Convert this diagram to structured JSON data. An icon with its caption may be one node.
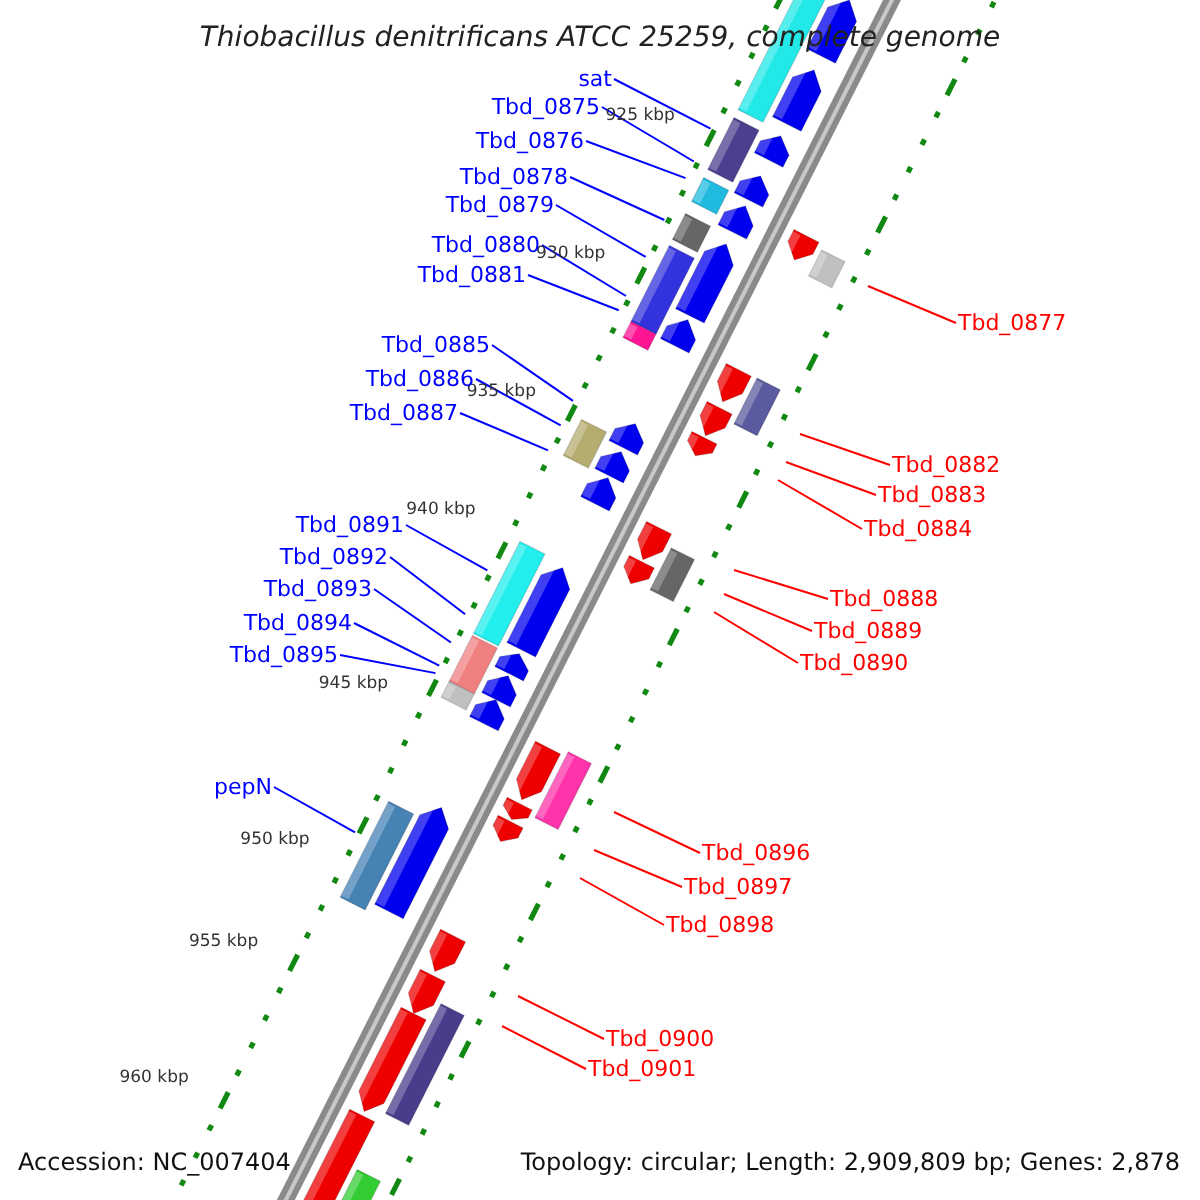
{
  "diagram": {
    "title": "Thiobacillus denitrificans ATCC 25259, complete genome",
    "nodes": [
      {
        "text": [
          "sat"
        ]
      },
      {
        "text": [
          "Tbd_0875"
        ]
      },
      {
        "text": [
          "Tbd_0876"
        ]
      },
      {
        "text": [
          "Tbd_0878"
        ]
      },
      {
        "text": [
          "Tbd_0879"
        ]
      },
      {
        "text": [
          "Tbd_0880"
        ]
      },
      {
        "text": [
          "Tbd_0881"
        ]
      },
      {
        "text": [
          "Tbd_0877"
        ]
      },
      {
        "text": [
          "Tbd_0885"
        ]
      },
      {
        "text": [
          "Tbd_0886"
        ]
      },
      {
        "text": [
          "Tbd_0887"
        ]
      },
      {
        "text": [
          "Tbd_0882"
        ]
      },
      {
        "text": [
          "Tbd_0883"
        ]
      },
      {
        "text": [
          "Tbd_0884"
        ]
      },
      {
        "text": [
          "Tbd_0891"
        ]
      },
      {
        "text": [
          "Tbd_0892"
        ]
      },
      {
        "text": [
          "Tbd_0893"
        ]
      },
      {
        "text": [
          "Tbd_0888"
        ]
      },
      {
        "text": [
          "Tbd_0894"
        ]
      },
      {
        "text": [
          "Tbd_0889"
        ]
      },
      {
        "text": [
          "Tbd_0895"
        ]
      },
      {
        "text": [
          "Tbd_0890"
        ]
      },
      {
        "text": [
          "pepN"
        ]
      },
      {
        "text": [
          "Tbd_0896"
        ]
      },
      {
        "text": [
          "Tbd_0897"
        ]
      },
      {
        "text": [
          "Tbd_0898"
        ]
      },
      {
        "text": [
          "Tbd_0900"
        ]
      },
      {
        "text": [
          "Tbd_0901"
        ]
      }
    ],
    "edges": [
      {
        "from": 0,
        "to": null,
        "arrow": "none"
      },
      {
        "from": 1,
        "to": null,
        "arrow": "none"
      },
      {
        "from": 2,
        "to": null,
        "arrow": "none"
      },
      {
        "from": 3,
        "to": null,
        "arrow": "none"
      },
      {
        "from": 4,
        "to": null,
        "arrow": "none"
      },
      {
        "from": 5,
        "to": null,
        "arrow": "none"
      },
      {
        "from": 6,
        "to": null,
        "arrow": "none"
      },
      {
        "from": 7,
        "to": null,
        "arrow": "none",
        "color": "#ff0000"
      },
      {
        "from": 8,
        "to": null,
        "arrow": "none"
      },
      {
        "from": 9,
        "to": null,
        "arrow": "none"
      },
      {
        "from": 10,
        "to": null,
        "arrow": "none"
      },
      {
        "from": 11,
        "to": null,
        "arrow": "none",
        "color": "#ff0000"
      },
      {
        "from": 12,
        "to": null,
        "arrow": "none",
        "color": "#ff0000"
      },
      {
        "from": 13,
        "to": null,
        "arrow": "none",
        "color": "#ff0000"
      },
      {
        "from": 14,
        "to": null,
        "arrow": "none"
      },
      {
        "from": 15,
        "to": null,
        "arrow": "none"
      },
      {
        "from": 16,
        "to": null,
        "arrow": "none"
      },
      {
        "from": 17,
        "to": null,
        "arrow": "none",
        "color": "#ff0000"
      },
      {
        "from": 18,
        "to": null,
        "arrow": "none"
      },
      {
        "from": 19,
        "to": null,
        "arrow": "none",
        "color": "#ff0000"
      },
      {
        "from": 20,
        "to": null,
        "arrow": "none"
      },
      {
        "from": 21,
        "to": null,
        "arrow": "none",
        "color": "#ff0000"
      },
      {
        "from": 22,
        "to": null,
        "arrow": "none"
      },
      {
        "from": 23,
        "to": null,
        "arrow": "none",
        "color": "#ff0000"
      },
      {
        "from": 24,
        "to": null,
        "arrow": "none",
        "color": "#ff0000"
      },
      {
        "from": 25,
        "to": null,
        "arrow": "none",
        "color": "#ff0000"
      },
      {
        "from": 26,
        "to": null,
        "arrow": "none",
        "color": "#ff0000"
      },
      {
        "from": 27,
        "to": null,
        "arrow": "none",
        "color": "#ff0000"
      }
    ],
    "labels": [
      "925 kbp",
      "930 kbp",
      "935 kbp",
      "940 kbp",
      "945 kbp",
      "950 kbp",
      "955 kbp",
      "960 kbp",
      "Accession: NC_007404",
      "Topology: circular; Length: 2,909,809 bp; Genes: 2,878"
    ]
  }
}
